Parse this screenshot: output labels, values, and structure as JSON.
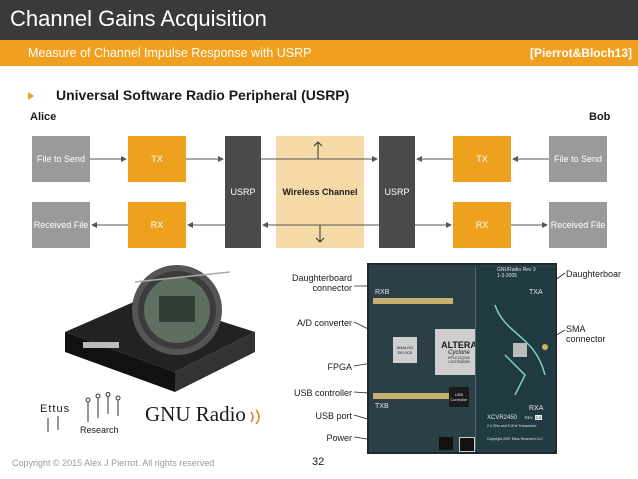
{
  "header": {
    "title": "Channel Gains Acquisition",
    "subtitle": "Measure of Channel Impulse Response with USRP",
    "citation": "[Pierrot&Bloch13]"
  },
  "section": {
    "heading": "Universal Software Radio Peripheral (USRP)"
  },
  "diagram": {
    "alice": "Alice",
    "bob": "Bob",
    "left": {
      "file_to_send": "File to Send",
      "tx": "TX",
      "received_file": "Received File",
      "rx": "RX",
      "usrp": "USRP"
    },
    "channel": "Wireless Channel",
    "right": {
      "usrp": "USRP",
      "tx": "TX",
      "file_to_send": "File to Send",
      "rx": "RX",
      "received_file": "Received File"
    }
  },
  "board_labels": {
    "daughterboard_connector": [
      "Daughterboard",
      "connector"
    ],
    "ad_converter": "A/D converter",
    "fpga": "FPGA",
    "usb_controller": "USB controller",
    "usb_port": "USB port",
    "power": "Power",
    "daughterboard": "Daughterboar",
    "sma_connector": [
      "SMA",
      "connector"
    ]
  },
  "board": {
    "rxb": "RXB",
    "txa": "TXA",
    "txb": "TXB",
    "rxa": "RXA",
    "altera": "ALTERA",
    "cyclone": "Cyclone",
    "fpga_part": [
      "EP1C12Q240",
      "L9227B2B2M"
    ],
    "analog": [
      "ANALOG",
      "DEVICE"
    ],
    "usb_chip": [
      "USB",
      "Controller"
    ],
    "gnuradio_rev": [
      "GNURadio Rev 3",
      "1-3-2005"
    ],
    "xcvr": "XCVR2450",
    "xcvr_rev": "REV",
    "xcvr_rev_num": "2.0",
    "xcvr_freq": "2.4 GHz and 5 GHz Transceiver",
    "copyright": "Copyright 2007 Ettus Research LLC"
  },
  "logos": {
    "ettus": "Ettus",
    "research": "Research",
    "gnu_radio": "GNU Radio"
  },
  "footer": {
    "copyright": "Copyright © 2015 Alex J Pierrot. All rights reserved",
    "page_number": "32"
  },
  "colors": {
    "title_bar": "#3a3a3a",
    "accent": "#f0a01e",
    "box_gray": "#9a9a9a",
    "box_dark": "#4a4a4a",
    "channel": "#f6dba8",
    "board": "#2a3f46"
  },
  "icons": [
    "bullet-triangle-icon",
    "usrp-device-photo",
    "ettus-research-logo",
    "gnu-radio-logo",
    "usrp-board-photo"
  ]
}
